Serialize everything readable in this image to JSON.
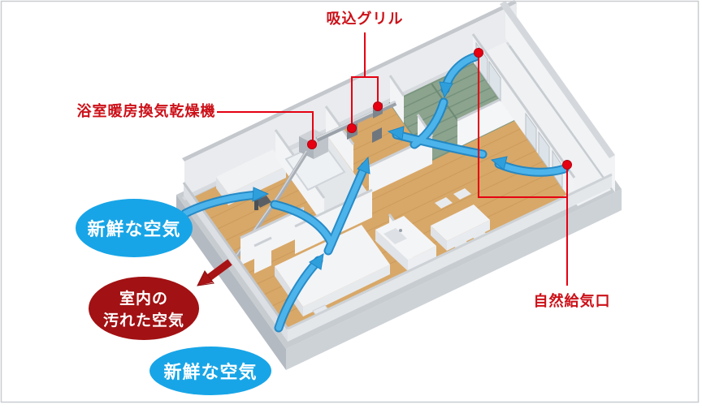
{
  "diagram": {
    "title_labels": {
      "suction_grill": "吸込グリル",
      "bath_unit": "浴室暖房換気乾燥機",
      "natural_inlet": "自然給気口"
    },
    "bubbles": {
      "fresh_air_top": "新鮮な空気",
      "dirty_air_line1": "室内の",
      "dirty_air_line2": "汚れた空気",
      "fresh_air_bottom": "新鮮な空気"
    },
    "colors": {
      "label_red": "#cc1018",
      "leader_line_red": "#e60012",
      "vent_dot_red": "#e60012",
      "fresh_air_blue": "#17a5e7",
      "dirty_air_dark_red": "#a21113",
      "airflow_blue": "#44b0e8",
      "wood_floor": "#d8a869",
      "tatami_green": "#8ca48e",
      "wall_white": "#f3f4f6",
      "slab_gray": "#c7ccd1"
    }
  }
}
